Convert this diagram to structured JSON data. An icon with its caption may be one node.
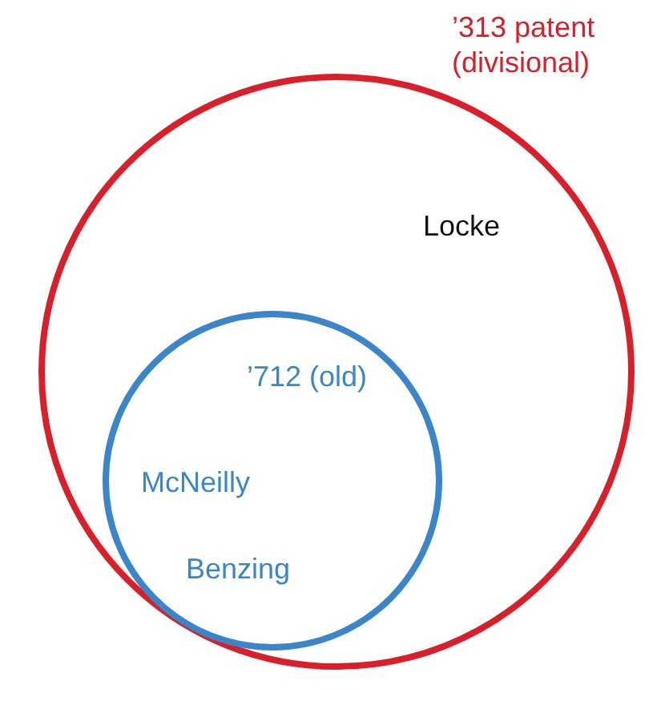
{
  "diagram": {
    "nodes": [
      {
        "text": [
          "’313 patent (divisional)",
          "Locke"
        ]
      },
      {
        "text": [
          "’712 (old)",
          "McNeilly",
          "Benzing"
        ],
        "in": 0
      }
    ],
    "edges": []
  }
}
